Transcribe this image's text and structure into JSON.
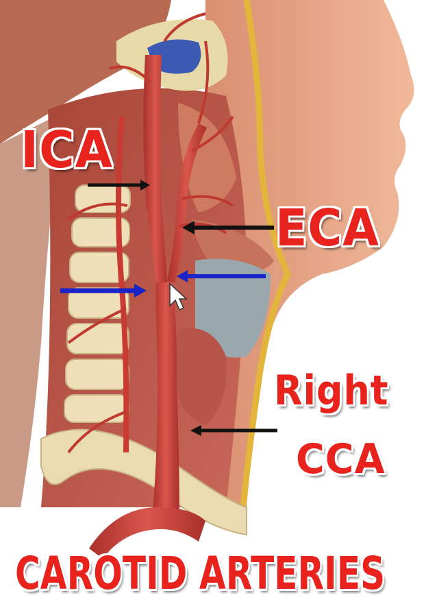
{
  "labels": {
    "ica": "ICA",
    "eca": "ECA",
    "right": "Right",
    "cca": "CCA",
    "title": "CAROTID ARTERIES"
  },
  "colors": {
    "label_red": "#e8221c",
    "arrow_black": "#111111",
    "arrow_blue": "#1a23c8",
    "artery_red": "#c83a32",
    "skin": "#e7a484",
    "bone": "#eedfb8",
    "muscle": "#b34c3e"
  },
  "icons": [
    "mouse-cursor-icon"
  ]
}
